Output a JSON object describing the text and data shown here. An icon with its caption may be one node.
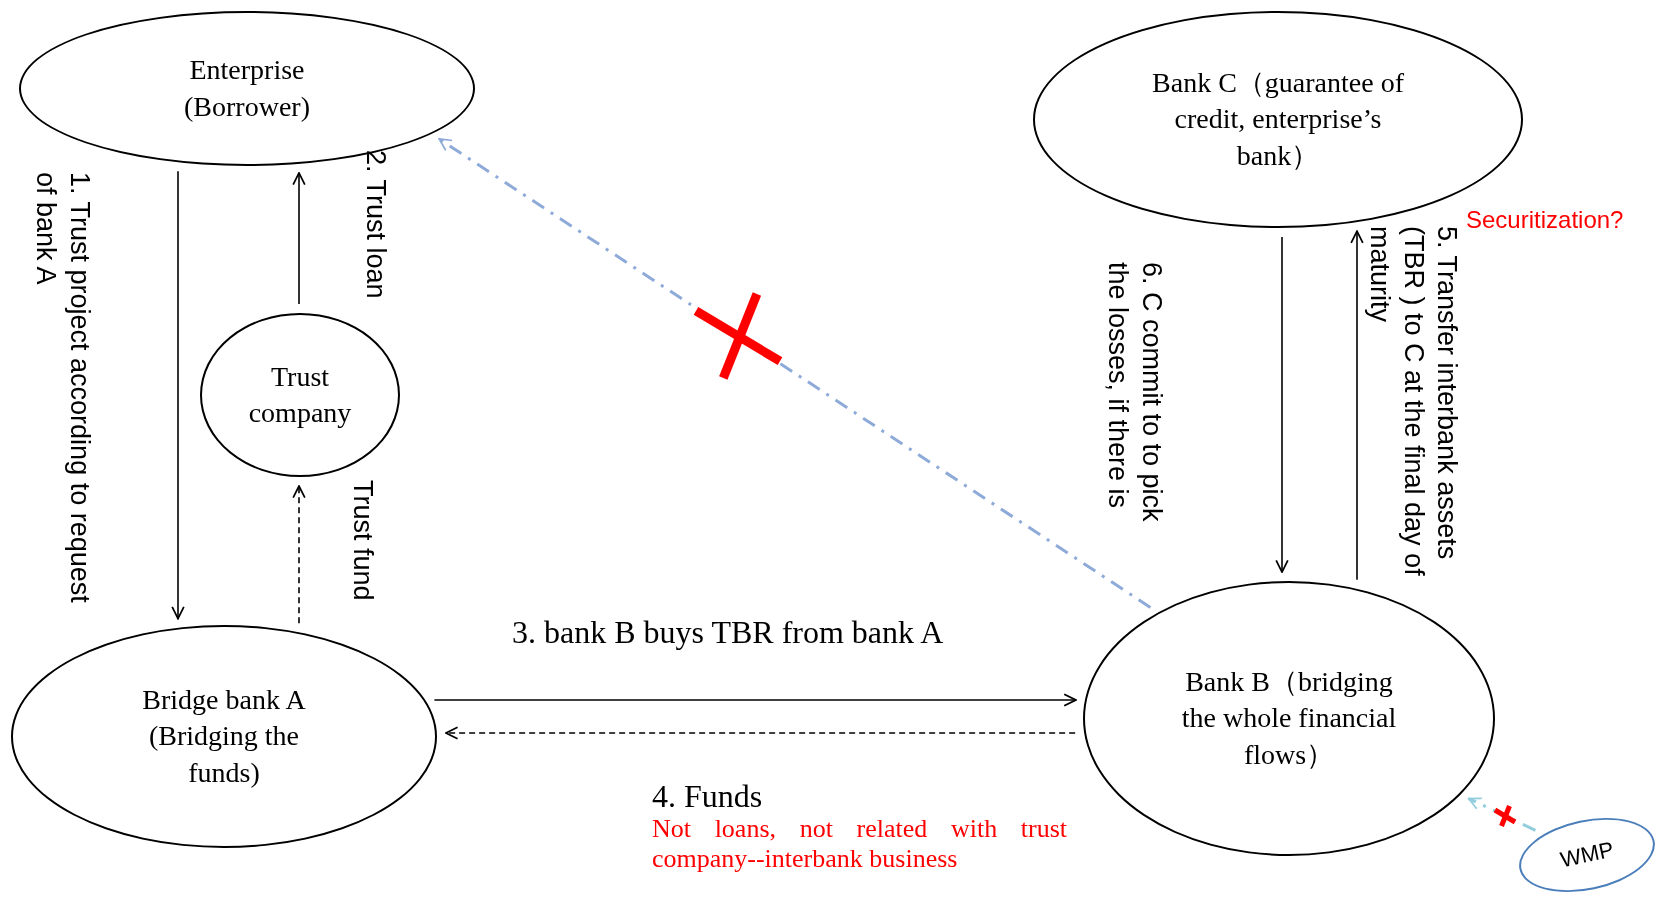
{
  "diagram": {
    "nodes": [
      {
        "text": [
          "Enterprise (Borrower)"
        ]
      },
      {
        "text": [
          "Trust company"
        ]
      },
      {
        "text": [
          "Bridge bank A (Bridging the funds)"
        ]
      },
      {
        "text": [
          "Bank C（guarantee of credit, enterprise’s bank）"
        ]
      },
      {
        "text": [
          "Bank B（bridging the whole financial flows）"
        ]
      },
      {
        "text": [
          "WMP"
        ]
      }
    ],
    "edges": [
      {
        "from": 0,
        "to": 2,
        "arrow": "to",
        "label": "1. Trust project according to request of bank A"
      },
      {
        "from": 1,
        "to": 0,
        "arrow": "to",
        "label": "2. Trust loan"
      },
      {
        "from": 2,
        "to": 1,
        "arrow": "to",
        "label": "Trust fund",
        "style": "dashed"
      },
      {
        "from": 2,
        "to": 4,
        "arrow": "to",
        "label": "3. bank B buys TBR from bank A"
      },
      {
        "from": 4,
        "to": 2,
        "arrow": "to",
        "label": "4. Funds",
        "style": "dashed"
      },
      {
        "from": 4,
        "to": 0,
        "arrow": "to",
        "style": "dashed",
        "color": "#8eaad8"
      },
      {
        "from": 3,
        "to": 4,
        "arrow": "to",
        "label": "6. C commit to to pick the losses, if there is"
      },
      {
        "from": 4,
        "to": 3,
        "arrow": "to",
        "label": "5. Transfer interbank assets (TBR ) to C at the final day of maturity"
      },
      {
        "from": 5,
        "to": 4,
        "arrow": "to",
        "style": "dashed",
        "color": "#92cddc"
      }
    ],
    "labels": [
      "Securitization?",
      "Not loans, not related with trust company--interbank business"
    ]
  }
}
